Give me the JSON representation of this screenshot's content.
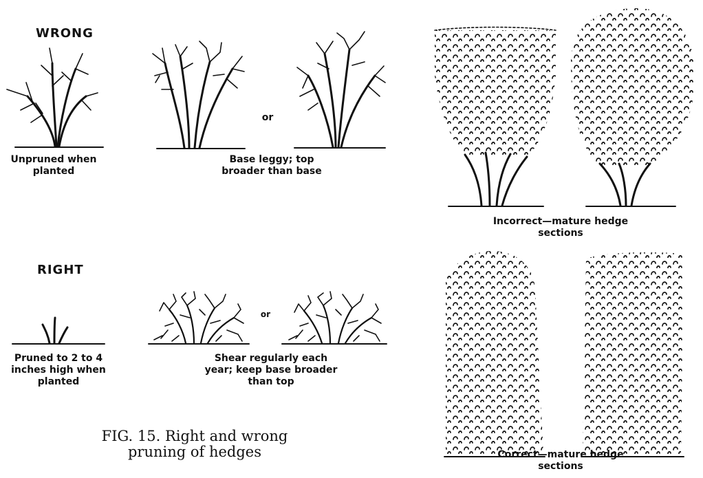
{
  "headings": {
    "wrong": "WRONG",
    "right": "RIGHT",
    "or_top": "or",
    "or_bottom": "or"
  },
  "labels": {
    "unpruned": "Unpruned when\nplanted",
    "base_leggy": "Base leggy; top\nbroader than base",
    "pruned": "Pruned to 2 to 4\ninches high when\nplanted",
    "shear": "Shear regularly each\nyear; keep base broader\nthan top",
    "incorrect": "Incorrect—mature hedge\nsections",
    "correct": "Correct—mature hedge\nsections"
  },
  "caption": "FIG. 15. Right and wrong\npruning of hedges",
  "illustrations": [
    "unpruned-shrub",
    "leggy-shrub-a",
    "leggy-shrub-b",
    "pruned-stubs",
    "sheared-shrub-a",
    "sheared-shrub-b",
    "incorrect-hedge-flat-top",
    "incorrect-hedge-rounded",
    "correct-hedge-rounded-top",
    "correct-hedge-flat-top"
  ]
}
